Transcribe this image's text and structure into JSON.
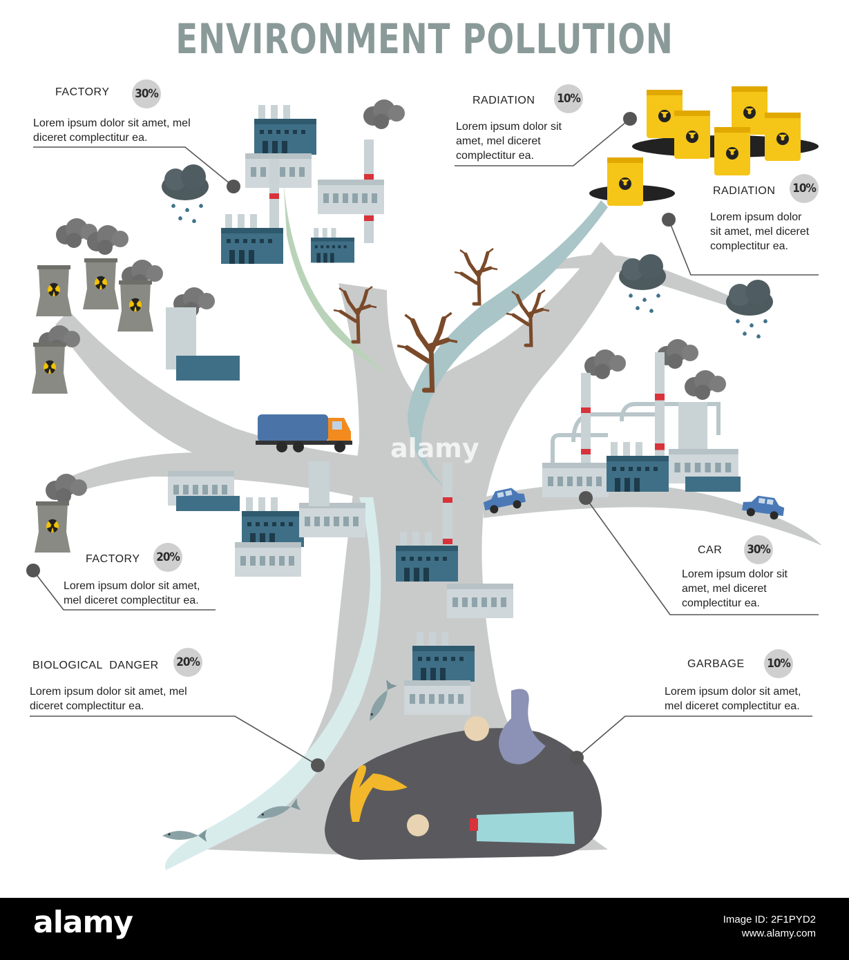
{
  "title": "ENVIRONMENT POLLUTION",
  "callouts": [
    {
      "label": "FACTORY",
      "percent": "30%",
      "text": "Lorem ipsum dolor sit amet, mel diceret complectitur ea."
    },
    {
      "label": "RADIATION",
      "percent": "10%",
      "text": "Lorem ipsum dolor sit amet, mel diceret complectitur ea."
    },
    {
      "label": "RADIATION",
      "percent": "10%",
      "text": "Lorem ipsum dolor sit amet, mel diceret complectitur ea."
    },
    {
      "label": "FACTORY",
      "percent": "20%",
      "text": "Lorem ipsum dolor sit amet, mel diceret complectitur ea."
    },
    {
      "label": "CAR",
      "percent": "30%",
      "text": "Lorem ipsum dolor sit amet, mel diceret complectitur ea."
    },
    {
      "label": "BIOLOGICAL  DANGER",
      "percent": "20%",
      "text": "Lorem ipsum dolor sit amet, mel diceret complectitur ea."
    },
    {
      "label": "GARBAGE",
      "percent": "10%",
      "text": "Lorem ipsum dolor sit amet, mel diceret complectitur ea."
    }
  ],
  "watermark": "alamy",
  "footer": {
    "brand": "alamy",
    "image_id": "Image ID: 2F1PYD2",
    "site": "www.alamy.com"
  },
  "colors": {
    "title": "#8a9a98",
    "tree": "#c9cbcb",
    "water": "#aec9c9",
    "factory_dark": "#3f6f86",
    "factory_light": "#c9d3d6",
    "smoke": "#707070",
    "barrel": "#f5c518",
    "badge": "#cfcfcf"
  }
}
